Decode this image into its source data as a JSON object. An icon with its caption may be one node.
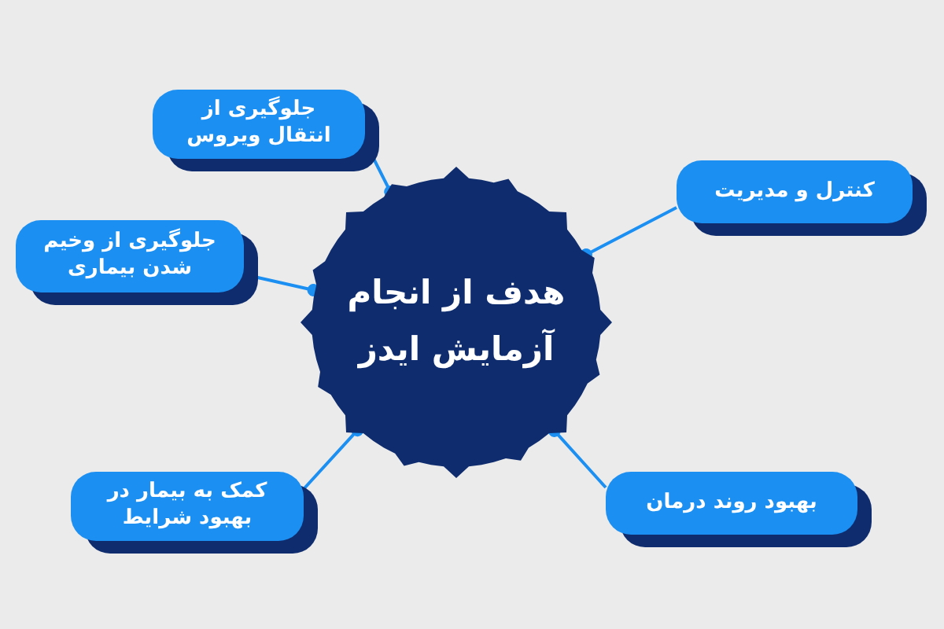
{
  "diagram": {
    "nodes": [
      {
        "text": [
          "هدف از انجام آزمایش ایدز"
        ]
      },
      {
        "text": [
          "جلوگیری از انتقال ویروس"
        ]
      },
      {
        "text": [
          "کنترل و مدیریت"
        ]
      },
      {
        "text": [
          "جلوگیری از وخیم شدن بیماری"
        ]
      },
      {
        "text": [
          "کمک به بیمار در بهبود شرایط"
        ]
      },
      {
        "text": [
          "بهبود روند درمان"
        ]
      }
    ],
    "edges": [
      {
        "from": 0,
        "to": 1,
        "arrow": "other"
      },
      {
        "from": 0,
        "to": 2,
        "arrow": "other"
      },
      {
        "from": 0,
        "to": 3,
        "arrow": "other"
      },
      {
        "from": 0,
        "to": 4,
        "arrow": "other"
      },
      {
        "from": 0,
        "to": 5,
        "arrow": "other"
      }
    ]
  }
}
